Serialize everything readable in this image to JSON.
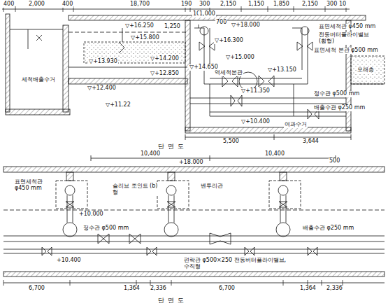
{
  "diagram": {
    "labels": [
      "400",
      "2,000",
      "400",
      "18,700",
      "190",
      "300",
      "2,150",
      "1,150",
      "1,850",
      "2,150",
      "300",
      "10",
      "10",
      "1,000",
      "700",
      "1,250",
      "▽+16.250",
      "▽+15.800",
      "▽+18.000",
      "▽+16.300",
      "▽+15.000",
      "▽+14.650",
      "▽+13.930",
      "▽+14.200",
      "▽+13.150",
      "▽+12.400",
      "▽+12.850",
      "▽+11.350",
      "▽+11.22",
      "▽+10.400",
      "표면세척관 φ450 mm",
      "전동버터플라이밸브 (횡형)",
      "표면세척 본관 φ500 mm",
      "역세척본관",
      "모래층",
      "정수관 φ500 mm",
      "배출수관 φ250 mm",
      "여과수거",
      "세척배출수거",
      "5,500",
      "3,644",
      "단 면 도",
      "10,400",
      "10,400",
      "500",
      "+18.000",
      "표면세척관 φ450 mm",
      "슬리브 조인트 (b) 형",
      "+10.000",
      "벤투리관",
      "정수관 φ500 mm",
      "배출수관 φ250 mm",
      "+10.400",
      "편락관 φ500×250 전동버터플라이밸브, 수직형",
      "6,700",
      "1,364",
      "2,336",
      "6,700",
      "1,364",
      "2,336",
      "단 면 도"
    ]
  }
}
